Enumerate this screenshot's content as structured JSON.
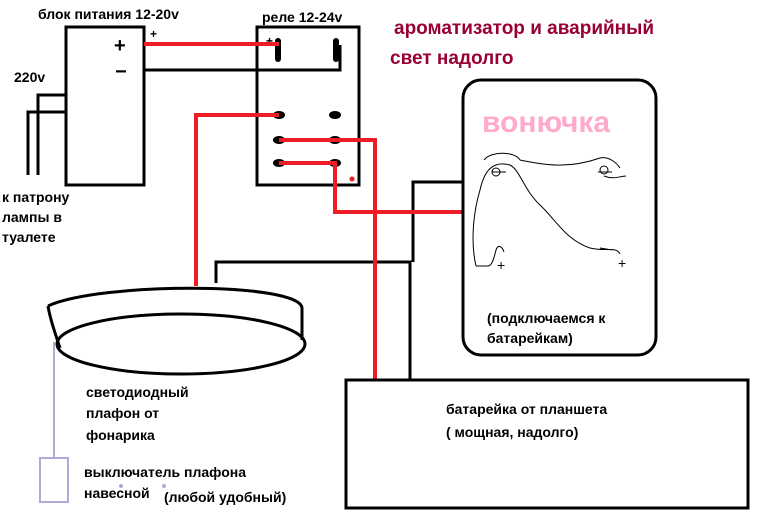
{
  "colors": {
    "wire_red": "#ee1c24",
    "title": "#990033",
    "device_label": "#ffaacc",
    "switch_outline": "#b4a8d8"
  },
  "title": {
    "line1": "ароматизатор и аварийный",
    "line2": "свет надолго"
  },
  "power_supply": {
    "label": "блок питания 12-20v",
    "plus": "+",
    "minus": "−",
    "out_plus": "+"
  },
  "mains": {
    "label": "220v",
    "note_line1": "к патрону",
    "note_line2": "лампы в",
    "note_line3": "туалете"
  },
  "relay": {
    "label": "реле 12-24v",
    "plus": "+"
  },
  "freshener": {
    "label": "вонючка",
    "note_line1": "(подключаемся к",
    "note_line2": "батарейкам)"
  },
  "lamp": {
    "label_line1": "светодиодный",
    "label_line2": "плафон от",
    "label_line3": "фонарика"
  },
  "lamp_switch": {
    "label_line1": "выключатель плафона",
    "label_line2": "навесной",
    "label_line2b": "(любой удобный)"
  },
  "battery": {
    "label_line1": "батарейка от планшета",
    "label_line2": "( мощная, надолго)"
  }
}
